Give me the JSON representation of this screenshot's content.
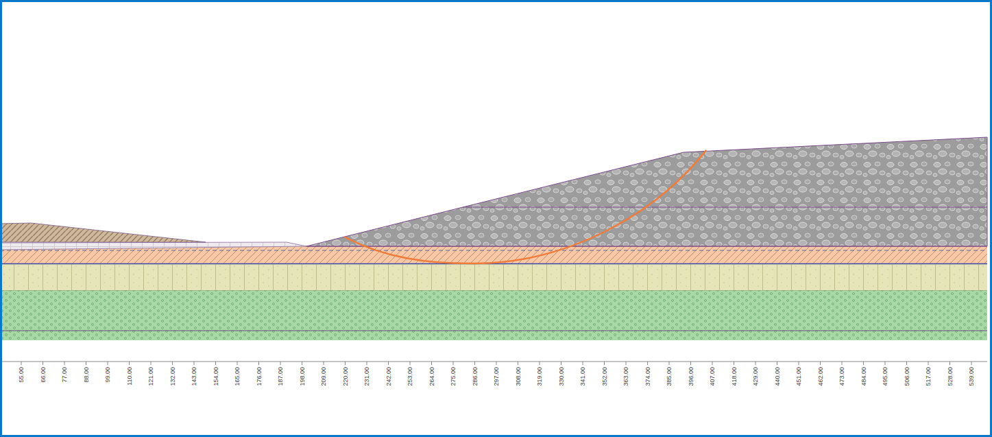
{
  "diagram": {
    "labels": [
      "55.00",
      "66.00",
      "77.00",
      "88.00",
      "99.00",
      "110.00",
      "121.00",
      "132.00",
      "143.00",
      "154.00",
      "165.00",
      "176.00",
      "187.00",
      "198.00",
      "209.00",
      "220.00",
      "231.00",
      "242.00",
      "253.00",
      "264.00",
      "275.00",
      "286.00",
      "297.00",
      "308.00",
      "319.00",
      "330.00",
      "341.00",
      "352.00",
      "363.00",
      "374.00",
      "385.00",
      "396.00",
      "407.00",
      "418.00",
      "429.00",
      "440.00",
      "451.00",
      "462.00",
      "473.00",
      "484.00",
      "495.00",
      "506.00",
      "517.00",
      "528.00",
      "539.00"
    ]
  }
}
